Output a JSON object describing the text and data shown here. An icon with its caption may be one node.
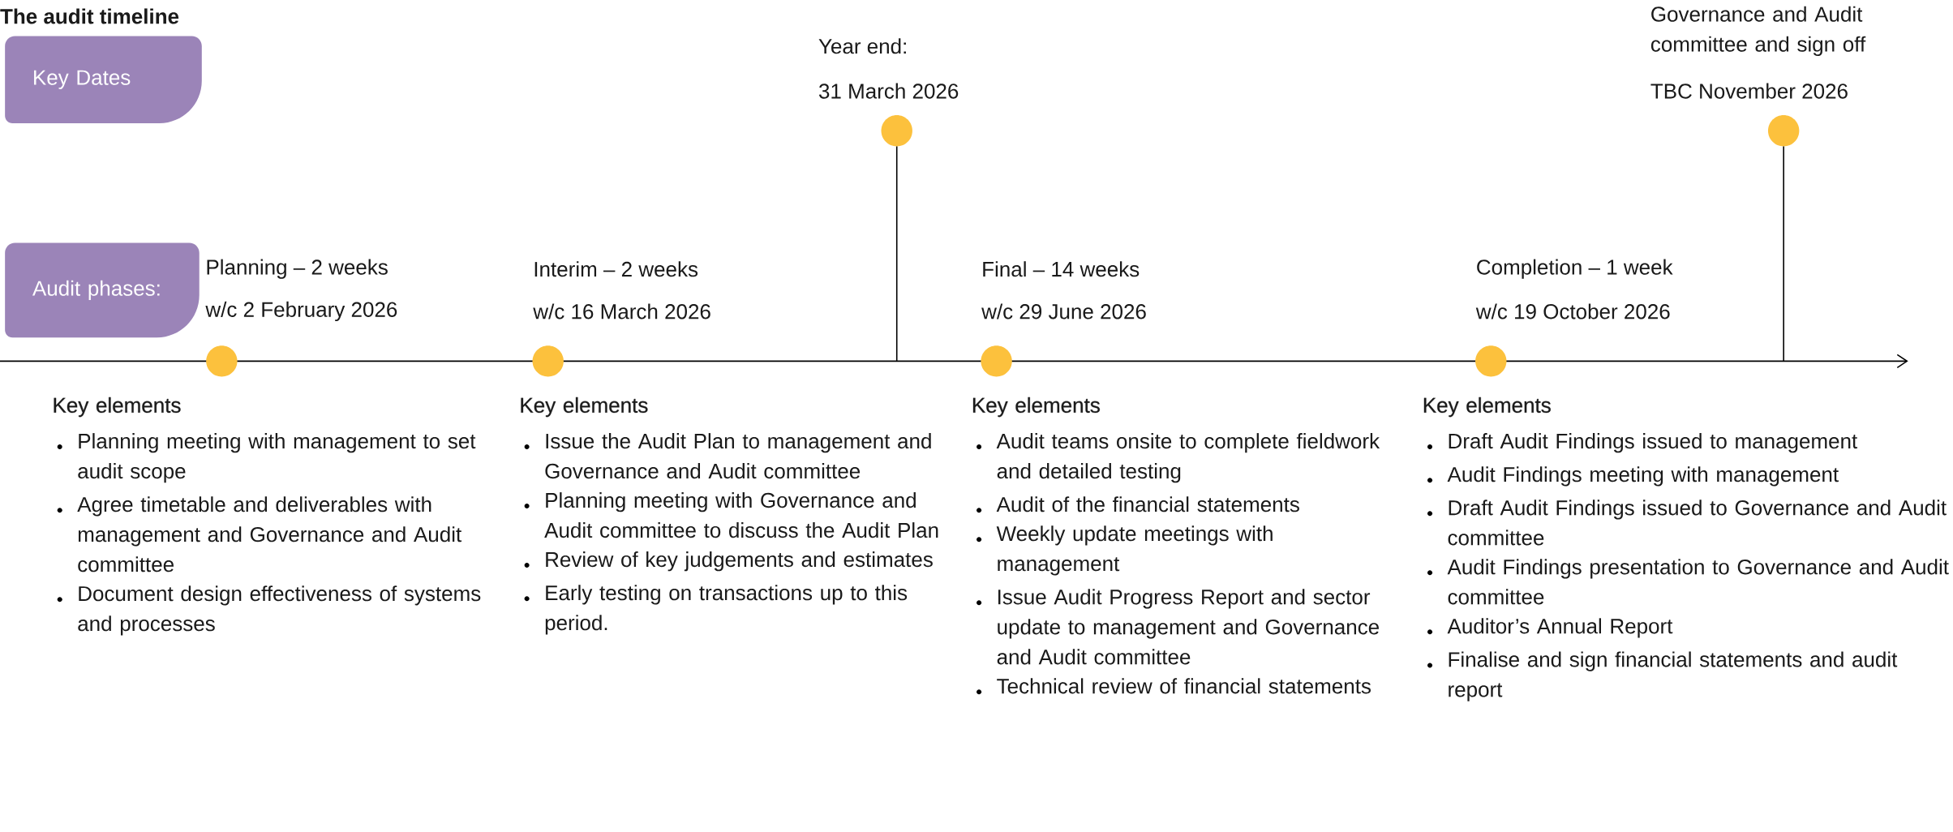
{
  "diagram": {
    "title": "The audit timeline",
    "nodes": [
      {
        "text": [
          "Key Dates"
        ]
      },
      {
        "text": [
          "Audit phases:"
        ]
      },
      {
        "text": [],
        "shape": "circle"
      },
      {
        "text": [],
        "shape": "circle",
        "beside": [
          "Interim – 2 weeks",
          "w/c 16 March 2026"
        ]
      },
      {
        "text": [],
        "shape": "circle",
        "beside": [
          "Year end:",
          "31 March 2026"
        ]
      },
      {
        "text": [],
        "shape": "circle",
        "beside": [
          "Final – 14 weeks",
          "w/c 29 June 2026"
        ]
      },
      {
        "text": [],
        "shape": "circle",
        "beside": [
          "Completion – 1 week",
          "w/c 19 October 2026"
        ]
      },
      {
        "text": [],
        "shape": "circle",
        "beside": [
          "Governance and Audit committee and sign off",
          "TBC November 2026"
        ]
      }
    ],
    "edges": [
      {
        "from": 4,
        "to": null,
        "arrow": "none"
      },
      {
        "from": 7,
        "to": null,
        "arrow": "none"
      }
    ],
    "labels": [
      "Planning – 2 weeks",
      "w/c 2 February 2026",
      "Key elements",
      "Planning meeting with management to set audit scope",
      "Agree timetable and deliverables with management and Governance and Audit committee",
      "Document design effectiveness of systems and processes",
      "Key elements",
      "Issue the Audit Plan to management and Governance and Audit committee",
      "Planning meeting with Governance and Audit committee to discuss the Audit Plan",
      "Review of key judgements and estimates",
      "Early testing on transactions up to this period.",
      "Key elements",
      "Audit teams onsite to complete fieldwork and detailed testing",
      "Audit of the financial statements",
      "Weekly update meetings with management",
      "Issue Audit Progress Report and sector update to management and Governance and Audit committee",
      "Technical review of financial statements",
      "Key elements",
      "Draft Audit Findings issued to management",
      "Audit Findings meeting with management",
      "Draft Audit Findings issued to Governance and Audit committee",
      "Audit Findings presentation to Governance and Audit committee",
      "Auditor’s Annual Report",
      "Finalise and sign financial statements and audit report"
    ]
  }
}
